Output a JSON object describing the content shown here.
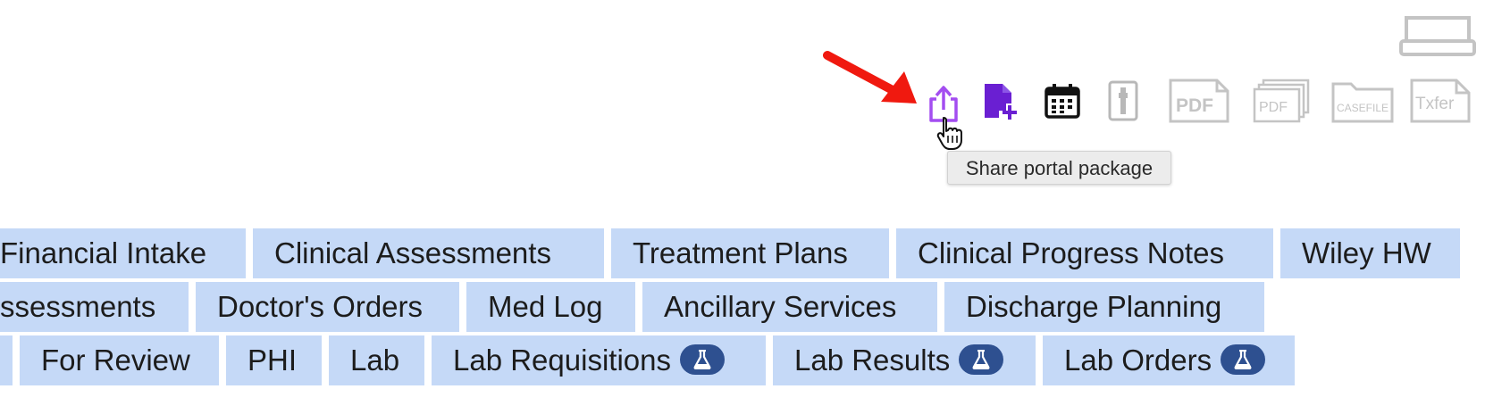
{
  "toolbar": {
    "icons": [
      {
        "name": "share-portal-icon",
        "color": "#a34df0"
      },
      {
        "name": "new-document-icon",
        "color": "#6a1fd2"
      },
      {
        "name": "calendar-icon",
        "color": "#111111"
      },
      {
        "name": "binder-icon",
        "color": "#b8b8b8"
      },
      {
        "name": "pdf-icon",
        "label": "PDF",
        "color": "#c4c4c4"
      },
      {
        "name": "pdf-stack-icon",
        "label": "PDF",
        "color": "#c4c4c4"
      },
      {
        "name": "casefile-icon",
        "label": "CASEFILE",
        "color": "#c4c4c4"
      },
      {
        "name": "txfer-icon",
        "label": "Txfer",
        "color": "#c4c4c4"
      },
      {
        "name": "printer-icon",
        "color": "#c4c4c4"
      }
    ],
    "tooltip": "Share portal package"
  },
  "annotation": {
    "arrow_color": "#f0190f"
  },
  "tabs": {
    "row1": [
      "Financial Intake",
      "Clinical Assessments",
      "Treatment Plans",
      "Clinical Progress Notes",
      "Wiley HW"
    ],
    "row2": [
      "ssessments",
      "Doctor's Orders",
      "Med Log",
      "Ancillary Services",
      "Discharge Planning"
    ],
    "row3": [
      "For Review",
      "PHI",
      "Lab",
      "Lab Requisitions",
      "Lab Results",
      "Lab Orders"
    ]
  },
  "colors": {
    "tab_bg": "#c5d9f7",
    "badge_bg": "#2e5090"
  }
}
